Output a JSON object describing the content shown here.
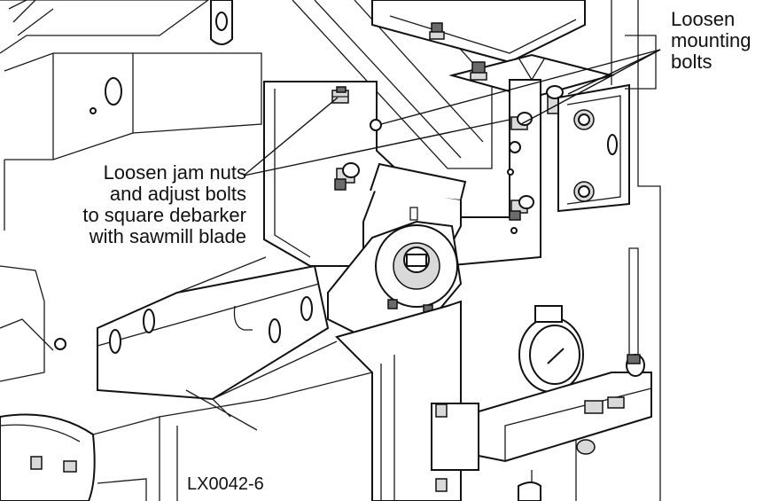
{
  "callouts": {
    "mounting_bolts": {
      "lines": [
        "Loosen",
        "mounting",
        "bolts"
      ]
    },
    "jam_nuts": {
      "lines": [
        "Loosen jam nuts",
        "and adjust bolts",
        "to square debarker",
        "with sawmill blade"
      ]
    }
  },
  "part_number": "LX0042-6",
  "colors": {
    "line": "#111111",
    "background": "#ffffff",
    "shade": "#d9d9d9"
  }
}
